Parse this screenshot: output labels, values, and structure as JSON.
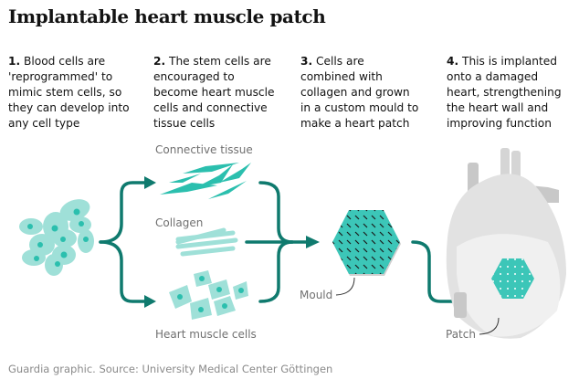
{
  "title": "Implantable heart muscle patch",
  "steps": [
    {
      "num": "1.",
      "text": "Blood cells are 'reprogrammed' to mimic stem cells, so they can develop into any cell type"
    },
    {
      "num": "2.",
      "text": "The stem cells are encouraged to become heart muscle cells and connective tissue cells"
    },
    {
      "num": "3.",
      "text": "Cells are combined with collagen and grown in a custom mould to make a heart patch"
    },
    {
      "num": "4.",
      "text": "This is implanted onto a damaged heart, strengthening the heart wall and improving function"
    }
  ],
  "labels": {
    "connective_tissue": "Connective tissue",
    "collagen": "Collagen",
    "heart_muscle_cells": "Heart muscle cells",
    "mould": "Mould",
    "patch": "Patch"
  },
  "source": "Guardia graphic. Source: University Medical Center Göttingen",
  "colors": {
    "arrow": "#0f7a6e",
    "cell_light": "#9fe0d8",
    "cell_nucleus": "#2bbfae",
    "patch": "#3cc6b8",
    "heart": "#dcdcdc"
  }
}
